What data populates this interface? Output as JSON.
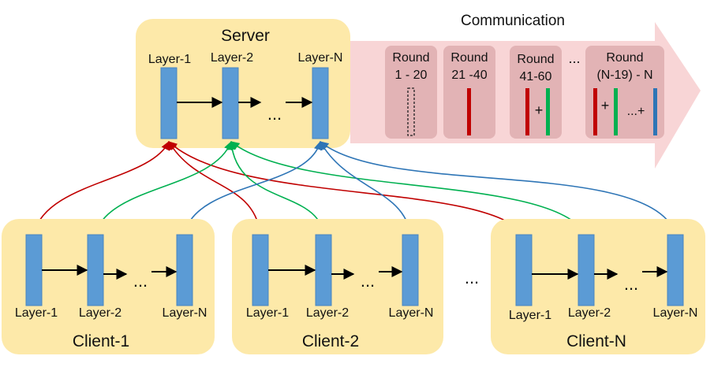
{
  "server": {
    "title": "Server",
    "layers": [
      "Layer-1",
      "Layer-2",
      "Layer-N"
    ],
    "ellipsis": "..."
  },
  "communication": {
    "title": "Communication",
    "rounds": [
      {
        "line1": "Round",
        "line2": "1 - 20"
      },
      {
        "line1": "Round",
        "line2": "21 -40"
      },
      {
        "line1": "Round",
        "line2": "41-60"
      },
      {
        "line1": "Round",
        "line2": "(N-19) - N"
      }
    ],
    "between_ellipsis": "...",
    "plus": "+",
    "last_mid": "...+"
  },
  "clients": [
    {
      "title": "Client-1",
      "layers": [
        "Layer-1",
        "Layer-2",
        "Layer-N"
      ],
      "ellipsis": "..."
    },
    {
      "title": "Client-2",
      "layers": [
        "Layer-1",
        "Layer-2",
        "Layer-N"
      ],
      "ellipsis": "..."
    },
    {
      "title": "Client-N",
      "layers": [
        "Layer-1",
        "Layer-2",
        "Layer-N"
      ],
      "ellipsis": "..."
    }
  ],
  "clients_ellipsis": "...",
  "colors": {
    "panel": "#fde9a9",
    "layer": "#5b9bd5",
    "layer_edge": "#4a86bf",
    "arrow_bg": "#f8d5d6",
    "round_box": "#e2b3b5",
    "red": "#c00000",
    "green": "#00b050",
    "blue": "#2e75b6"
  }
}
